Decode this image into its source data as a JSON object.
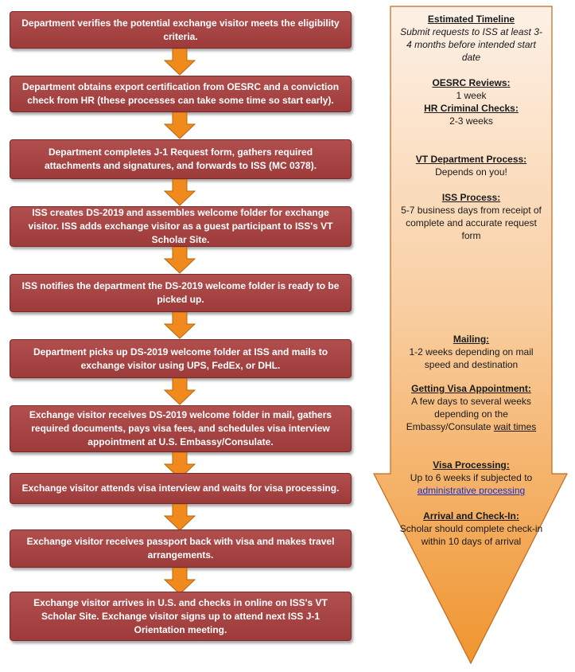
{
  "steps": [
    "Department verifies the potential exchange visitor meets the eligibility criteria.",
    "Department obtains export certification from OESRC and a conviction check from HR (these processes can take some time so start early).",
    "Department completes J-1 Request form, gathers required attachments and signatures, and forwards to ISS (MC 0378).",
    "ISS creates DS-2019 and assembles welcome folder for exchange visitor. ISS adds exchange visitor as a guest participant to ISS's VT Scholar Site.",
    "ISS notifies the department the DS-2019 welcome folder is ready to be picked up.",
    "Department picks up DS-2019 welcome folder at ISS and mails to exchange visitor using UPS, FedEx, or DHL.",
    "Exchange visitor receives DS-2019 welcome folder in mail, gathers required documents, pays visa fees, and schedules visa interview appointment at U.S. Embassy/Consulate.",
    "Exchange visitor attends visa interview and waits for visa processing.",
    "Exchange visitor receives passport back with visa and makes travel arrangements.",
    "Exchange visitor arrives in U.S. and checks in online on ISS's VT Scholar Site.  Exchange visitor signs up to attend next ISS J-1 Orientation meeting."
  ],
  "timeline": {
    "estimated": {
      "heading": "Estimated Timeline",
      "note": "Submit requests to ISS at least 3-4 months before intended start date"
    },
    "oesrc": {
      "heading": "OESRC Reviews:",
      "text": "1 week"
    },
    "hr": {
      "heading": "HR Criminal Checks:",
      "text": "2-3 weeks"
    },
    "vt_dept": {
      "heading": "VT Department Process:",
      "text": "Depends on you!"
    },
    "iss": {
      "heading": "ISS Process:",
      "text": "5-7 business days from receipt of complete and accurate request form"
    },
    "mailing": {
      "heading": "Mailing:",
      "text": "1-2 weeks depending on mail speed and destination"
    },
    "visa_appt": {
      "heading": "Getting Visa Appointment:",
      "text": "A few days to several weeks depending on the Embassy/Consulate",
      "link": "wait times"
    },
    "visa_proc": {
      "heading": "Visa Processing:",
      "text": "Up to 6 weeks if subjected to",
      "link": "administrative processing"
    },
    "arrival": {
      "heading": "Arrival and Check-In:",
      "text": "Scholar should complete check-in within 10 days of arrival"
    }
  },
  "colors": {
    "step_fill": "#a94545",
    "arrow_orange": "#f08a1c",
    "timeline_top": "#fdf0e4",
    "timeline_bottom": "#f29a3a",
    "link": "#1b2fc7"
  }
}
